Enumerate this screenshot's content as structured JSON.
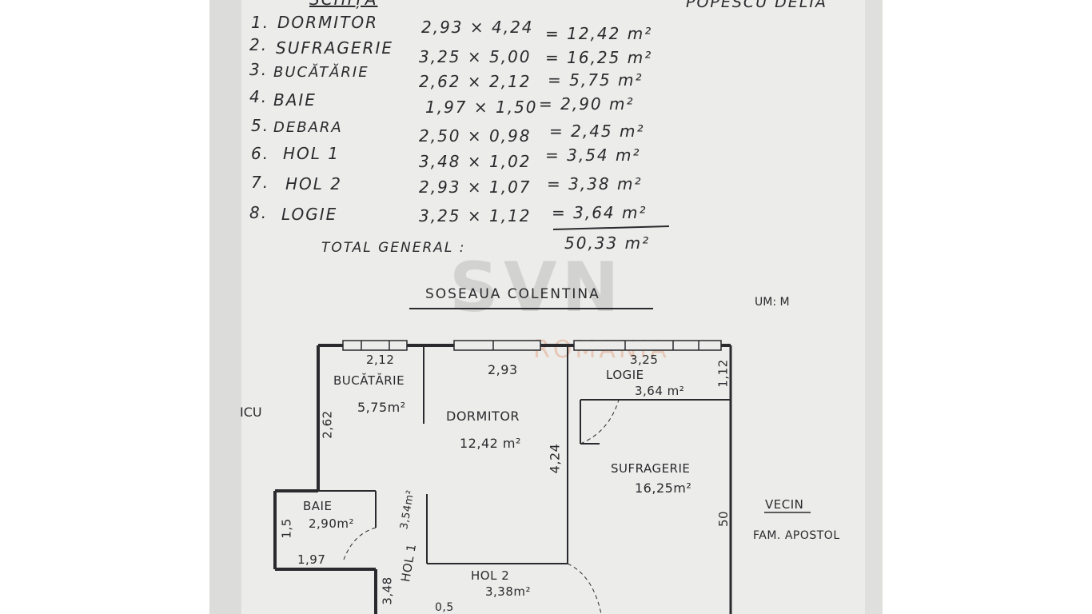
{
  "header": {
    "left": "SCHIȚA",
    "right": "POPESCU DELIA"
  },
  "rooms": [
    {
      "n": "1.",
      "name": "DORMITOR",
      "calc": "2,93 × 4,24",
      "area": "= 12,42 m²"
    },
    {
      "n": "2.",
      "name": "SUFRAGERIE",
      "calc": "3,25 × 5,00",
      "area": "= 16,25 m²"
    },
    {
      "n": "3.",
      "name": "BUCĂTĂRIE",
      "calc": "2,62 × 2,12",
      "area": "= 5,75 m²"
    },
    {
      "n": "4.",
      "name": "BAIE",
      "calc": "1,97 × 1,50",
      "area": "= 2,90 m²"
    },
    {
      "n": "5.",
      "name": "DEBARA",
      "calc": "2,50 × 0,98",
      "area": "= 2,45 m²"
    },
    {
      "n": "6.",
      "name": "HOL 1",
      "calc": "3,48 × 1,02",
      "area": "= 3,54 m²"
    },
    {
      "n": "7.",
      "name": "HOL 2",
      "calc": "2,93 × 1,07",
      "area": "= 3,38 m²"
    },
    {
      "n": "8.",
      "name": "LOGIE",
      "calc": "3,25 × 1,12",
      "area": "= 3,64 m²"
    }
  ],
  "total": {
    "label": "TOTAL GENERAL :",
    "value": "50,33 m²"
  },
  "street": "SOSEAUA COLENTINA",
  "units": "UM: M",
  "watermark": {
    "brand": "SVN",
    "country": "ROMANIA"
  },
  "plan": {
    "bucatarie": {
      "name": "BUCĂTĂRIE",
      "area": "5,75m²",
      "w": "2,12",
      "h": "2,62"
    },
    "dormitor": {
      "name": "DORMITOR",
      "area": "12,42 m²",
      "w": "2,93",
      "h": "4,24"
    },
    "logie": {
      "name": "LOGIE",
      "area": "3,64 m²",
      "w": "3,25",
      "h": "1,12"
    },
    "sufragerie": {
      "name": "SUFRAGERIE",
      "area": "16,25m²",
      "h": "50"
    },
    "baie": {
      "name": "BAIE",
      "area": "2,90m²",
      "w": "1,97",
      "h": "1,5"
    },
    "hol1": {
      "name": "HOL 1",
      "area": "3,54m²",
      "h": "3,48"
    },
    "hol2": {
      "name": "HOL 2",
      "area": "3,38m²"
    },
    "bottom_dim": "0,5"
  },
  "neighbor": {
    "label": "VECIN",
    "name": "FAM. APOSTOL"
  },
  "margin_text": "ICU"
}
